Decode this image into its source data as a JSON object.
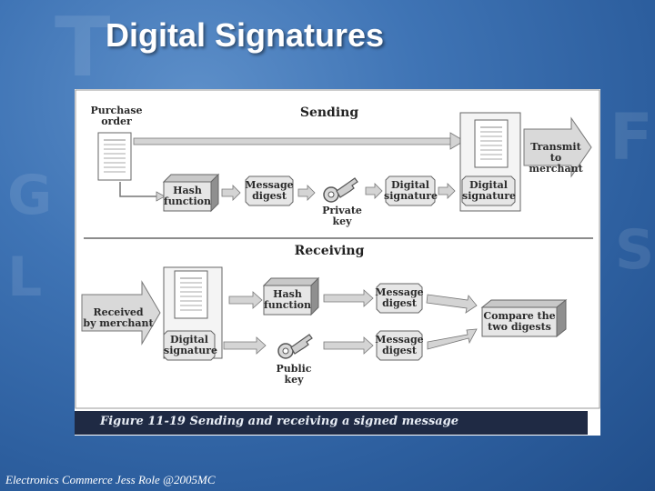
{
  "slide": {
    "title": "Digital Signatures",
    "footer": "Electronics Commerce Jess Role @2005MC"
  },
  "figure": {
    "sending_heading": "Sending",
    "receiving_heading": "Receiving",
    "caption": "Figure 11-19   Sending and receiving a signed message",
    "sending": {
      "purchase_order": "Purchase\norder",
      "hash_function": "Hash\nfunction",
      "message_digest": "Message\ndigest",
      "private_key": "Private\nkey",
      "digital_signature": "Digital\nsignature",
      "digital_signature_attached": "Digital\nsignature",
      "transmit": "Transmit to\nmerchant"
    },
    "receiving": {
      "received": "Received\nby merchant",
      "digital_signature": "Digital\nsignature",
      "hash_function": "Hash\nfunction",
      "public_key": "Public\nkey",
      "message_digest_top": "Message\ndigest",
      "message_digest_bottom": "Message\ndigest",
      "compare": "Compare the\ntwo digests"
    }
  },
  "colors": {
    "background": "#2d5f9f",
    "box_face": "#e6e6e6",
    "box_top": "#c8c8c8",
    "box_side": "#8f8f8f",
    "arrow": "#cfcfcf",
    "caption_bar": "#1f2a44"
  },
  "icons": [
    "document-icon",
    "key-icon",
    "arrow-icon"
  ]
}
